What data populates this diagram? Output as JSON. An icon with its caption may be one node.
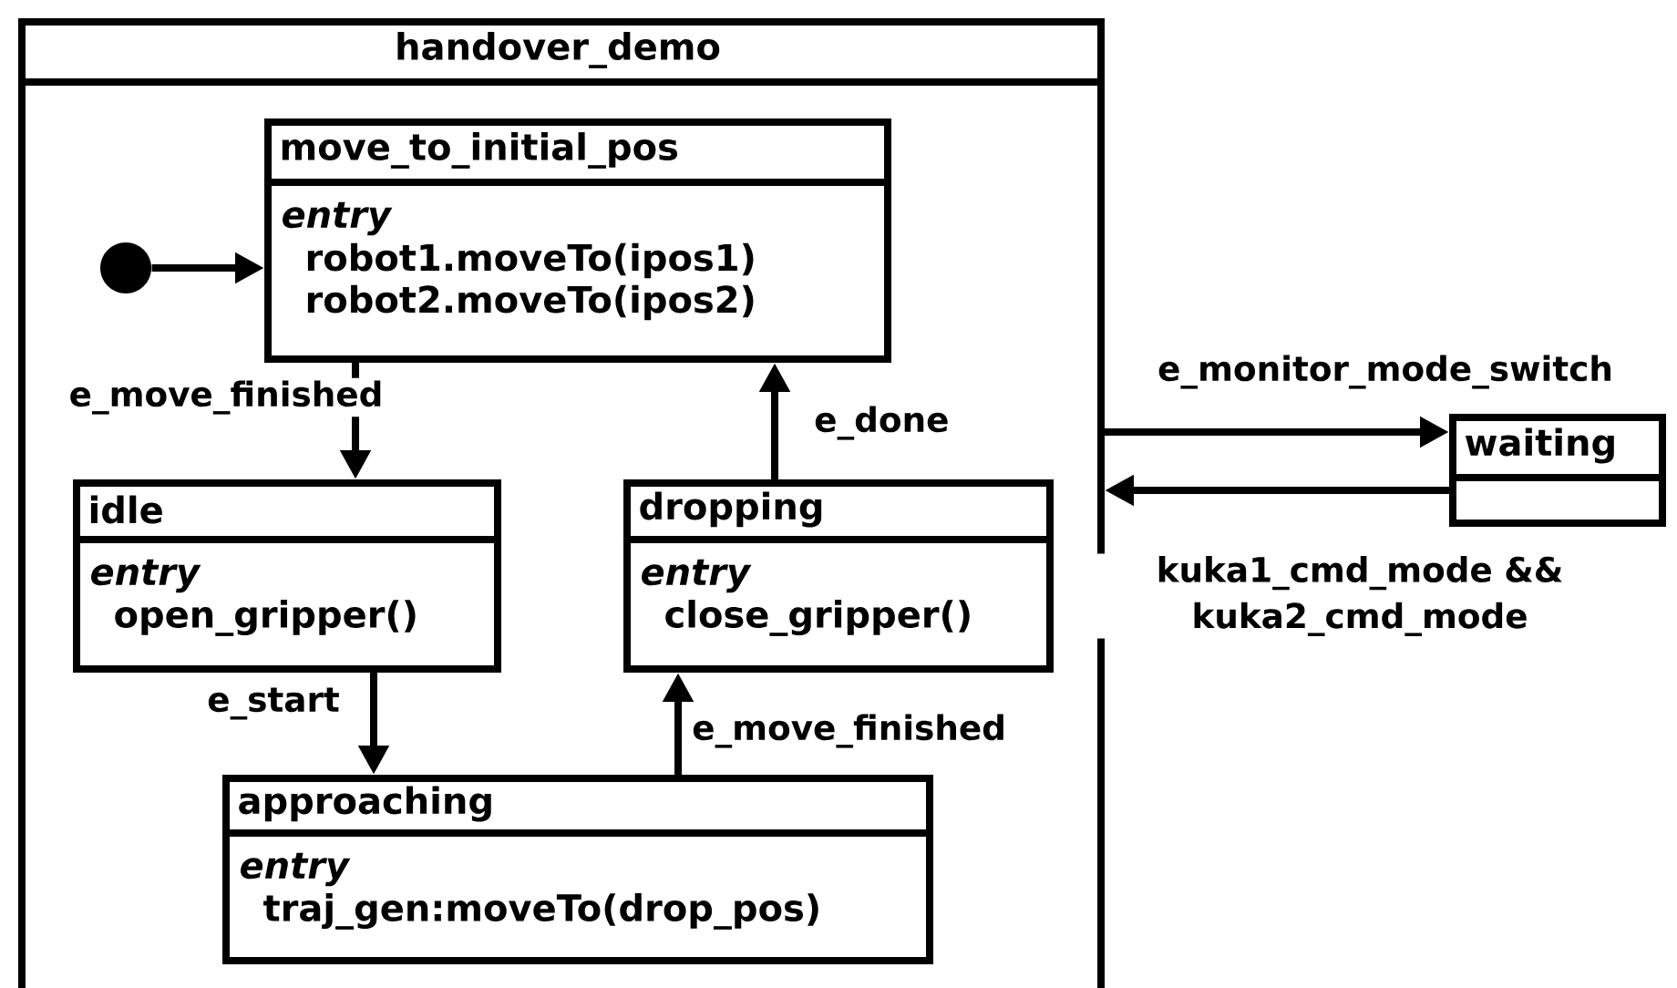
{
  "diagram": {
    "nodes": [
      {
        "text": [
          "handover_demo"
        ]
      },
      {
        "text": [
          "move_to_initial_pos",
          "entry",
          "robot1.moveTo(ipos1)",
          "robot2.moveTo(ipos2)"
        ],
        "in": 0
      },
      {
        "text": [],
        "shape": "circle",
        "in": 0
      },
      {
        "text": [
          "idle",
          "entry",
          "open_gripper()"
        ],
        "in": 0
      },
      {
        "text": [
          "dropping",
          "entry",
          "close_gripper()"
        ],
        "in": 0
      },
      {
        "text": [
          "approaching",
          "entry",
          "traj_gen:moveTo(drop_pos)"
        ],
        "in": 0
      },
      {
        "text": [
          "waiting"
        ]
      }
    ],
    "edges": [
      {
        "from": 2,
        "to": 1,
        "arrow": "to"
      },
      {
        "from": 1,
        "to": 3,
        "arrow": "to",
        "label": "e_move_finished"
      },
      {
        "from": 3,
        "to": 5,
        "arrow": "to",
        "label": "e_start"
      },
      {
        "from": 5,
        "to": 4,
        "arrow": "to",
        "label": "e_move_finished"
      },
      {
        "from": 4,
        "to": 1,
        "arrow": "to",
        "label": "e_done"
      },
      {
        "from": 0,
        "to": 6,
        "arrow": "to",
        "label": "e_monitor_mode_switch"
      },
      {
        "from": 6,
        "to": 0,
        "arrow": "to",
        "label": "kuka1_cmd_mode && kuka2_cmd_mode"
      }
    ]
  }
}
